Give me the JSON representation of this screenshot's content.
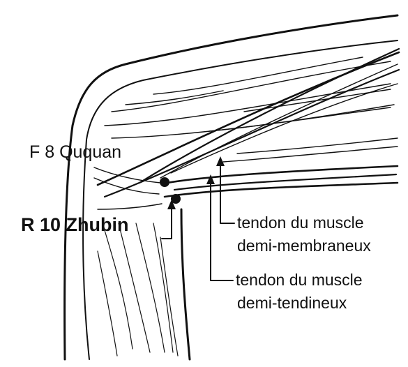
{
  "diagram": {
    "points": {
      "f8": {
        "label": "F 8 Ququan"
      },
      "r10": {
        "label": "R 10 Zhubin"
      }
    },
    "tendons": {
      "semimembranosus": {
        "line1": "tendon du muscle",
        "line2": "demi-membraneux"
      },
      "semitendinosus": {
        "line1": "tendon du muscle",
        "line2": "demi-tendineux"
      }
    }
  },
  "colors": {
    "ink": "#111111",
    "paper": "#ffffff"
  }
}
